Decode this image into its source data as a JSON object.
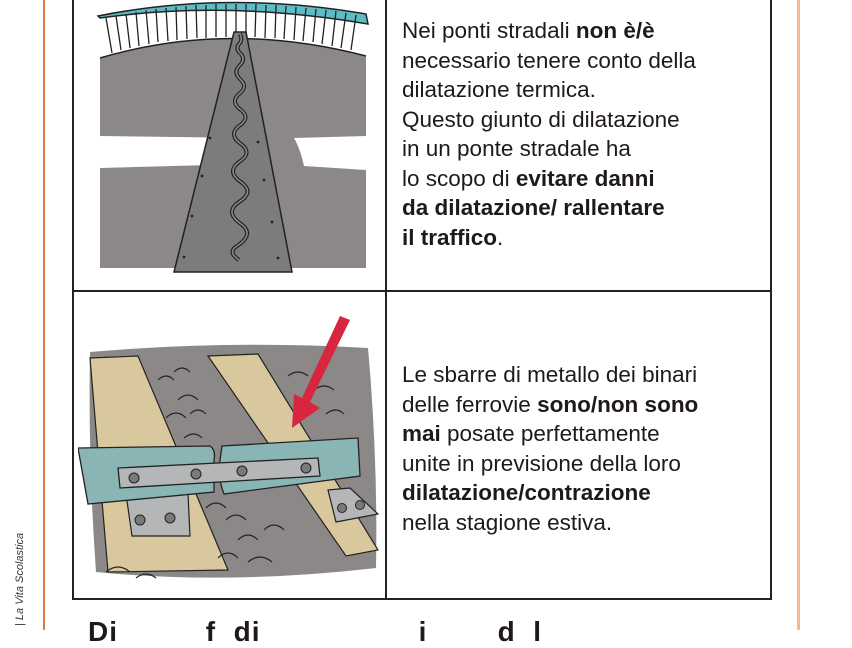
{
  "page": {
    "side_label_prefix": "| ",
    "side_label": "La Vita Scolastica",
    "colors": {
      "left_rule": "#e07b39",
      "right_rule": "#f4b894",
      "text": "#1f1a17",
      "arrow": "#d7263d",
      "rail": "#8ab5b5",
      "asphalt": "#8d8888",
      "sleeper": "#d9c89e"
    }
  },
  "rows": [
    {
      "image": "bridge-expansion-joint-illustration",
      "text_parts": [
        {
          "t": "Nei ponti stradali ",
          "b": false
        },
        {
          "t": "non è/è",
          "b": true
        },
        {
          "t": "\nnecessario tenere conto della\ndilatazione termica.\nQuesto giunto di dilatazione\nin un ponte stradale ha\nlo scopo di ",
          "b": false
        },
        {
          "t": "evitare danni\nda dilatazione/ rallentare\nil traffico",
          "b": true
        },
        {
          "t": ".",
          "b": false
        }
      ]
    },
    {
      "image": "railway-rail-joint-illustration",
      "text_parts": [
        {
          "t": "Le sbarre di metallo dei binari\ndelle ferrovie ",
          "b": false
        },
        {
          "t": "sono/non sono\nmai",
          "b": true
        },
        {
          "t": " posate perfettamente\nunite in previsione della loro\n",
          "b": false
        },
        {
          "t": "dilatazione/contrazione",
          "b": true
        },
        {
          "t": "\nnella stagione estiva.",
          "b": false
        }
      ]
    }
  ],
  "bottom": {
    "clipped_heading": "Di          f  di                  i        d  l"
  }
}
